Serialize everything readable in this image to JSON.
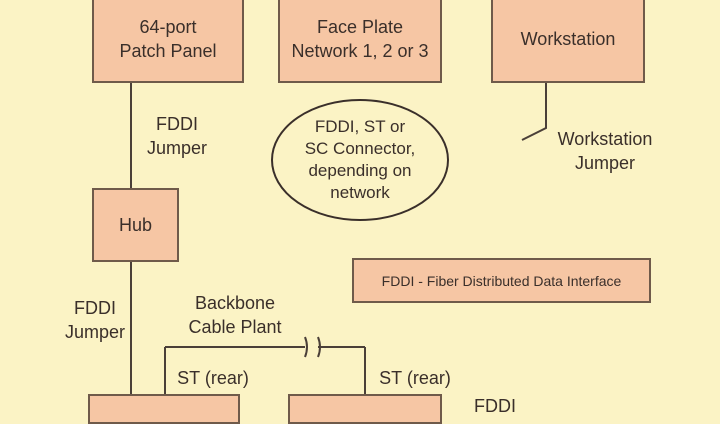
{
  "boxes": {
    "patch_panel": "64-port\nPatch Panel",
    "face_plate": "Face Plate\nNetwork 1, 2 or 3",
    "workstation": "Workstation",
    "hub": "Hub",
    "bottom_left": "",
    "bottom_middle": ""
  },
  "labels": {
    "fddi_jumper_top": "FDDI\nJumper",
    "fddi_jumper_bottom": "FDDI\nJumper",
    "workstation_jumper": "Workstation\nJumper",
    "backbone": "Backbone\nCable Plant",
    "st_rear_left": "ST (rear)",
    "st_rear_right": "ST (rear)",
    "fddi_partial": "FDDI"
  },
  "connector_note": "FDDI, ST or\nSC Connector,\ndepending on\nnetwork",
  "legend": "FDDI - Fiber Distributed Data Interface",
  "colors": {
    "background": "#fbf3c5",
    "box_fill": "#f6c6a4",
    "box_border": "#6f5a4a",
    "line": "#4a3f38"
  }
}
